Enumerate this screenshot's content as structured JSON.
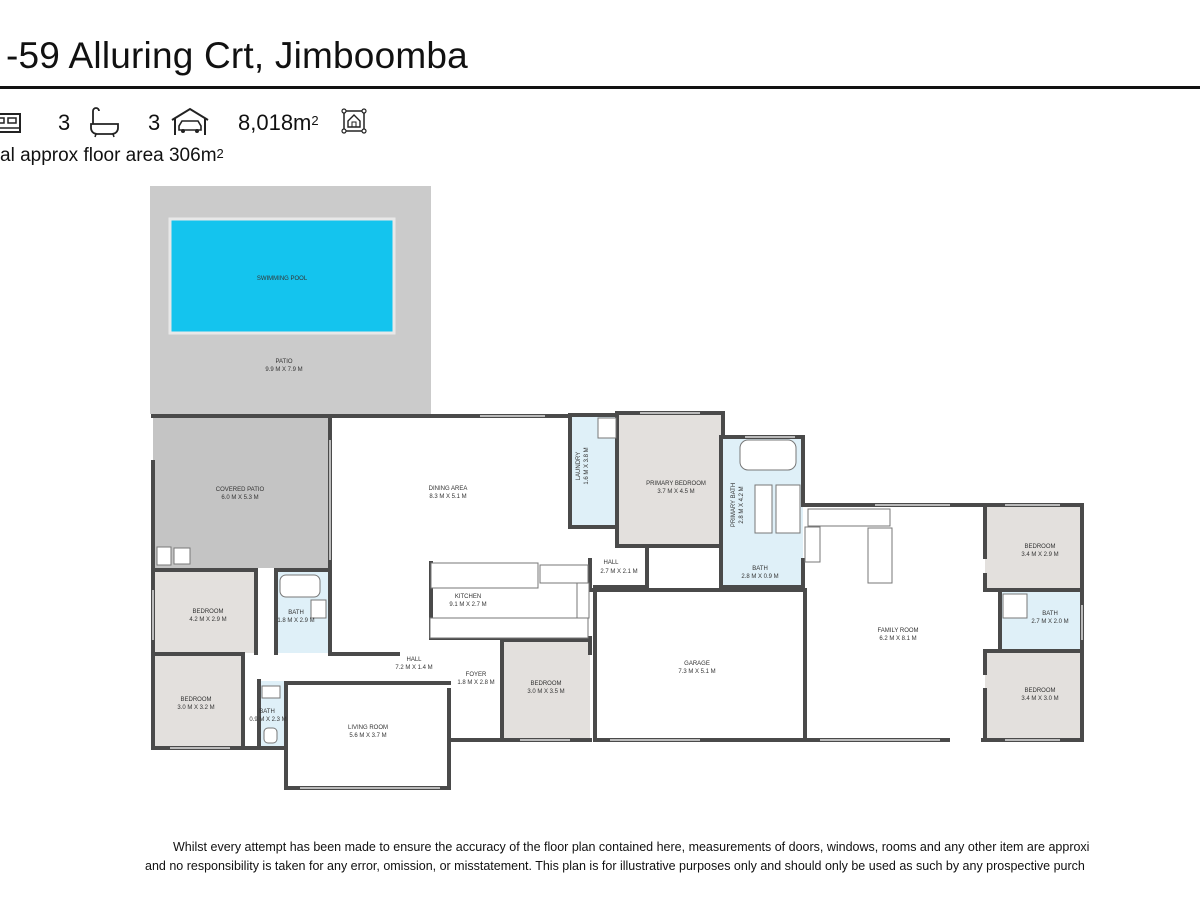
{
  "header": {
    "title": "-59 Alluring Crt, Jimboomba",
    "bedrooms": "3",
    "bathrooms": "3",
    "land_area": "8,018m",
    "land_area_sup": "2",
    "floor_area": "al approx floor area 306m",
    "floor_area_sup": "2"
  },
  "rooms": {
    "pool": {
      "name": "SWIMMING POOL",
      "dims": ""
    },
    "patio": {
      "name": "PATIO",
      "dims": "9.9 M X 7.9 M"
    },
    "covered_patio": {
      "name": "COVERED PATIO",
      "dims": "6.0 M X 5.3 M"
    },
    "dining": {
      "name": "DINING AREA",
      "dims": "8.3 M X 5.1 M"
    },
    "laundry": {
      "name": "LAUNDRY",
      "dims": "1.6 M X 3.8 M"
    },
    "primary_bedroom": {
      "name": "PRIMARY BEDROOM",
      "dims": "3.7 M X 4.5 M"
    },
    "primary_bath": {
      "name": "PRIMARY BATH",
      "dims": "2.8 M X 4.2 M"
    },
    "hall_upper": {
      "name": "HALL",
      "dims": "2.7 M X 2.1 M"
    },
    "bath_upper": {
      "name": "BATH",
      "dims": "2.8 M X 0.9 M"
    },
    "kitchen": {
      "name": "KITCHEN",
      "dims": "9.1 M X 2.7 M"
    },
    "bedroom_a": {
      "name": "BEDROOM",
      "dims": "4.2 M X 2.9 M"
    },
    "bath_a": {
      "name": "BATH",
      "dims": "1.8 M X 2.9 M"
    },
    "bedroom_b": {
      "name": "BEDROOM",
      "dims": "3.0 M X 3.2 M"
    },
    "bath_b": {
      "name": "BATH",
      "dims": "0.9 M X 2.3 M"
    },
    "hall_lower": {
      "name": "HALL",
      "dims": "7.2 M X 1.4 M"
    },
    "foyer": {
      "name": "FOYER",
      "dims": "1.8 M X 2.8 M"
    },
    "living": {
      "name": "LIVING ROOM",
      "dims": "5.6 M X 3.7 M"
    },
    "bedroom_c": {
      "name": "BEDROOM",
      "dims": "3.0 M X 3.5 M"
    },
    "garage": {
      "name": "GARAGE",
      "dims": "7.3 M X 5.1 M"
    },
    "family": {
      "name": "FAMILY ROOM",
      "dims": "6.2 M X 8.1 M"
    },
    "bedroom_d": {
      "name": "BEDROOM",
      "dims": "3.4 M X 2.9 M"
    },
    "bath_c": {
      "name": "BATH",
      "dims": "2.7 M X 2.0 M"
    },
    "bedroom_e": {
      "name": "BEDROOM",
      "dims": "3.4 M X 3.0 M"
    }
  },
  "disclaimer": {
    "line1": "Whilst every attempt has been made to ensure the accuracy of the floor plan contained here, measurements of doors, windows, rooms and any other item are approxi",
    "line2": "and no responsibility is taken for any error, omission, or misstatement. This plan is for illustrative purposes only and should only be used as such by any prospective purch"
  },
  "colors": {
    "pool": "#14c4ee",
    "patio": "#c9c9c9",
    "covered_patio": "#c4c4c4",
    "bedroom_fill": "#e3e0dd",
    "bath_fill": "#dff0f8",
    "wall": "#4a4a4a"
  }
}
